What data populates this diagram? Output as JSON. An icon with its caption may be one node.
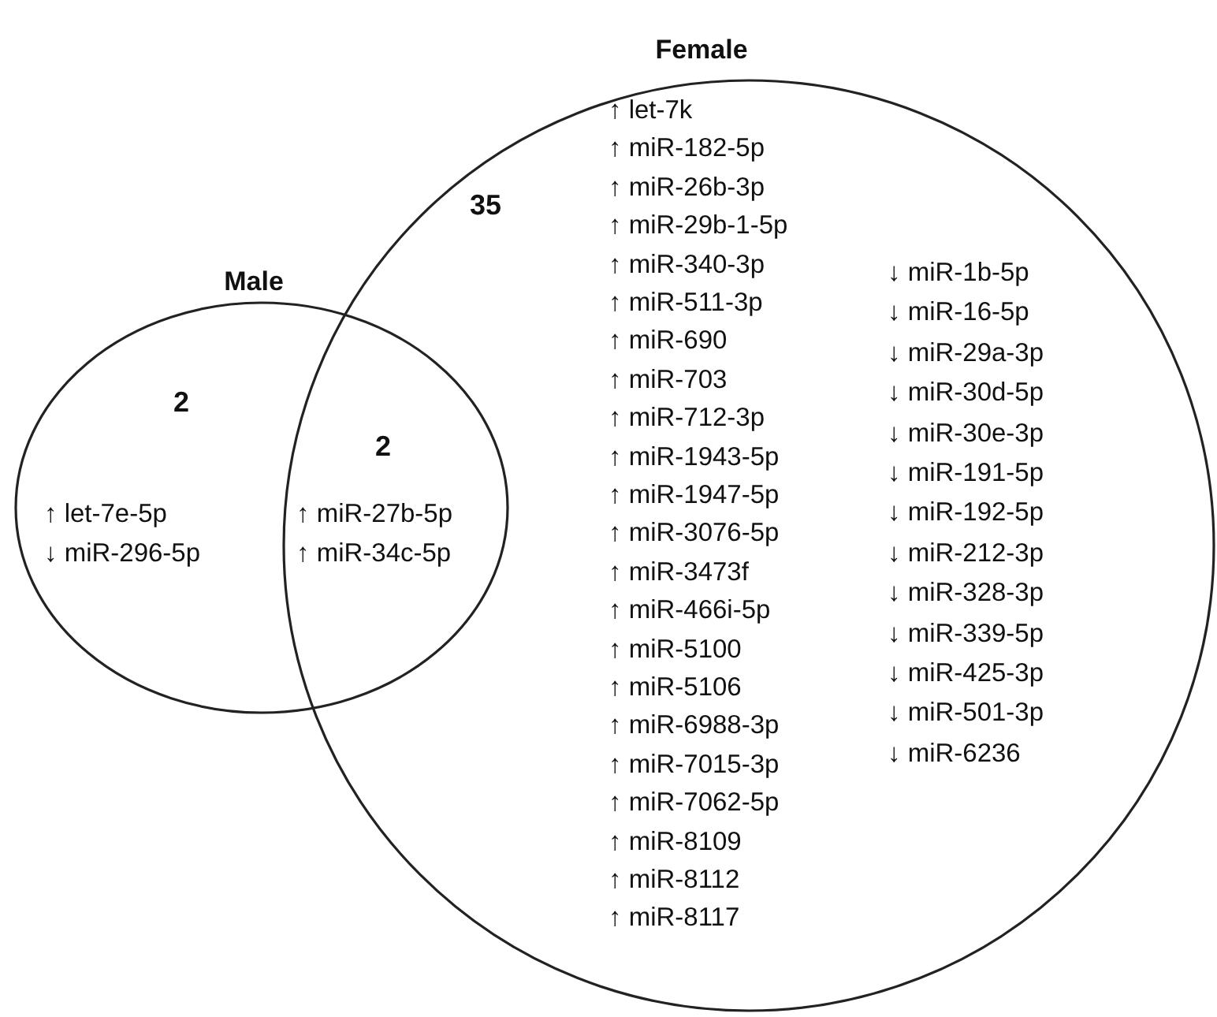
{
  "diagram": {
    "nodes": [
      {
        "text": [
          "Male"
        ]
      },
      {
        "text": [
          "Female"
        ]
      }
    ],
    "labels": [
      "35",
      "2",
      "2",
      "↑ let-7e-5p",
      "↓ miR-296-5p",
      "↑ miR-27b-5p",
      "↑ miR-34c-5p",
      "↑ let-7k",
      "↑ miR-182-5p",
      "↑ miR-26b-3p",
      "↑ miR-29b-1-5p",
      "↑ miR-340-3p",
      "↑ miR-511-3p",
      "↑ miR-690",
      "↑ miR-703",
      "↑ miR-712-3p",
      "↑ miR-1943-5p",
      "↑ miR-1947-5p",
      "↑ miR-3076-5p",
      "↑ miR-3473f",
      "↑ miR-466i-5p",
      "↑ miR-5100",
      "↑ miR-5106",
      "↑ miR-6988-3p",
      "↑ miR-7015-3p",
      "↑ miR-7062-5p",
      "↑ miR-8109",
      "↑ miR-8112",
      "↑ miR-8117",
      "↓ miR-1b-5p",
      "↓ miR-16-5p",
      "↓ miR-29a-3p",
      "↓ miR-30d-5p",
      "↓ miR-30e-3p",
      "↓ miR-191-5p",
      "↓ miR-192-5p",
      "↓ miR-212-3p",
      "↓ miR-328-3p",
      "↓ miR-339-5p",
      "↓ miR-425-3p",
      "↓ miR-501-3p",
      "↓ miR-6236"
    ]
  }
}
